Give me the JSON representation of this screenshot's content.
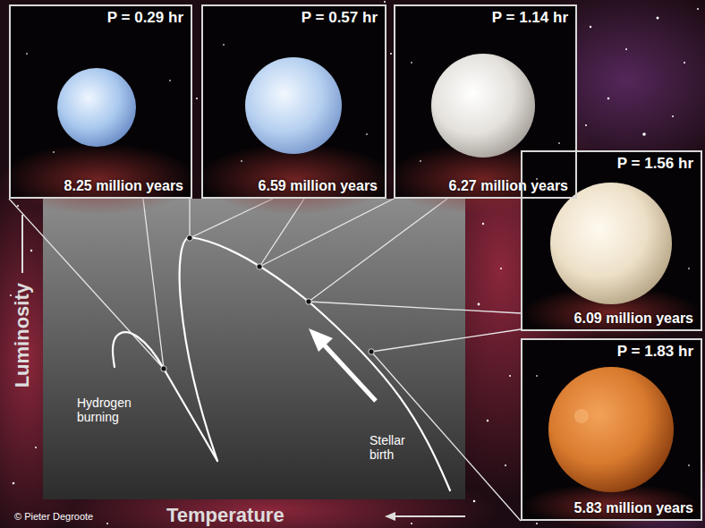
{
  "diagram": {
    "nodes": [
      {
        "text": [
          "P = 0.29 hr",
          "8.25 million years"
        ]
      },
      {
        "text": [
          "P = 0.57 hr",
          "6.59 million years"
        ]
      },
      {
        "text": [
          "P = 1.14 hr",
          "6.27 million years"
        ]
      },
      {
        "text": [
          "P = 1.56 hr",
          "6.09 million years"
        ]
      },
      {
        "text": [
          "P = 1.83 hr",
          "5.83 million years"
        ]
      }
    ],
    "labels": [
      "Luminosity",
      "Hydrogen burning",
      "Stellar birth",
      "Temperature",
      "© Pieter Degroote"
    ]
  }
}
